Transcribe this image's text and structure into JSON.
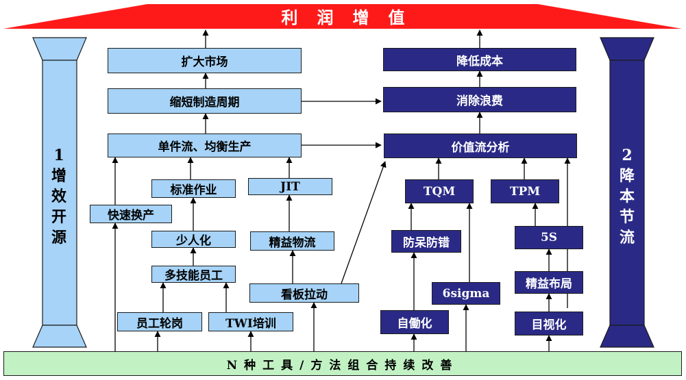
{
  "roof": {
    "title": "利润增值"
  },
  "pillars": {
    "left": {
      "lines": [
        "1",
        "增",
        "效",
        "开",
        "源"
      ]
    },
    "right": {
      "lines": [
        "2",
        "降",
        "本",
        "节",
        "流"
      ]
    }
  },
  "foundation": {
    "label": "N种工具/方法组合持续改善"
  },
  "boxes": {
    "expand_market": "扩大市场",
    "shorten_cycle": "缩短制造周期",
    "single_piece_flow": "单件流、均衡生产",
    "standard_work": "标准作业",
    "jit": "JIT",
    "quick_changeover": "快速换产",
    "fewer_people": "少人化",
    "lean_logistics": "精益物流",
    "multi_skill": "多技能员工",
    "kanban": "看板拉动",
    "job_rotation": "员工轮岗",
    "twi_training": "TWI培训",
    "reduce_cost": "降低成本",
    "eliminate_waste": "消除浪费",
    "value_stream": "价值流分析",
    "tqm": "TQM",
    "tpm": "TPM",
    "error_proofing": "防呆防错",
    "five_s": "5S",
    "six_sigma": "6sigma",
    "lean_layout": "精益布局",
    "jidoka": "自働化",
    "visual_mgmt": "目视化"
  },
  "colors": {
    "roof": "#ff1a1a",
    "light_box": "#a6d3f7",
    "dark_box": "#2a2a86",
    "foundation": "#c2f2c4",
    "left_pillar": "#a6d3f7",
    "right_pillar": "#2a2a86"
  }
}
